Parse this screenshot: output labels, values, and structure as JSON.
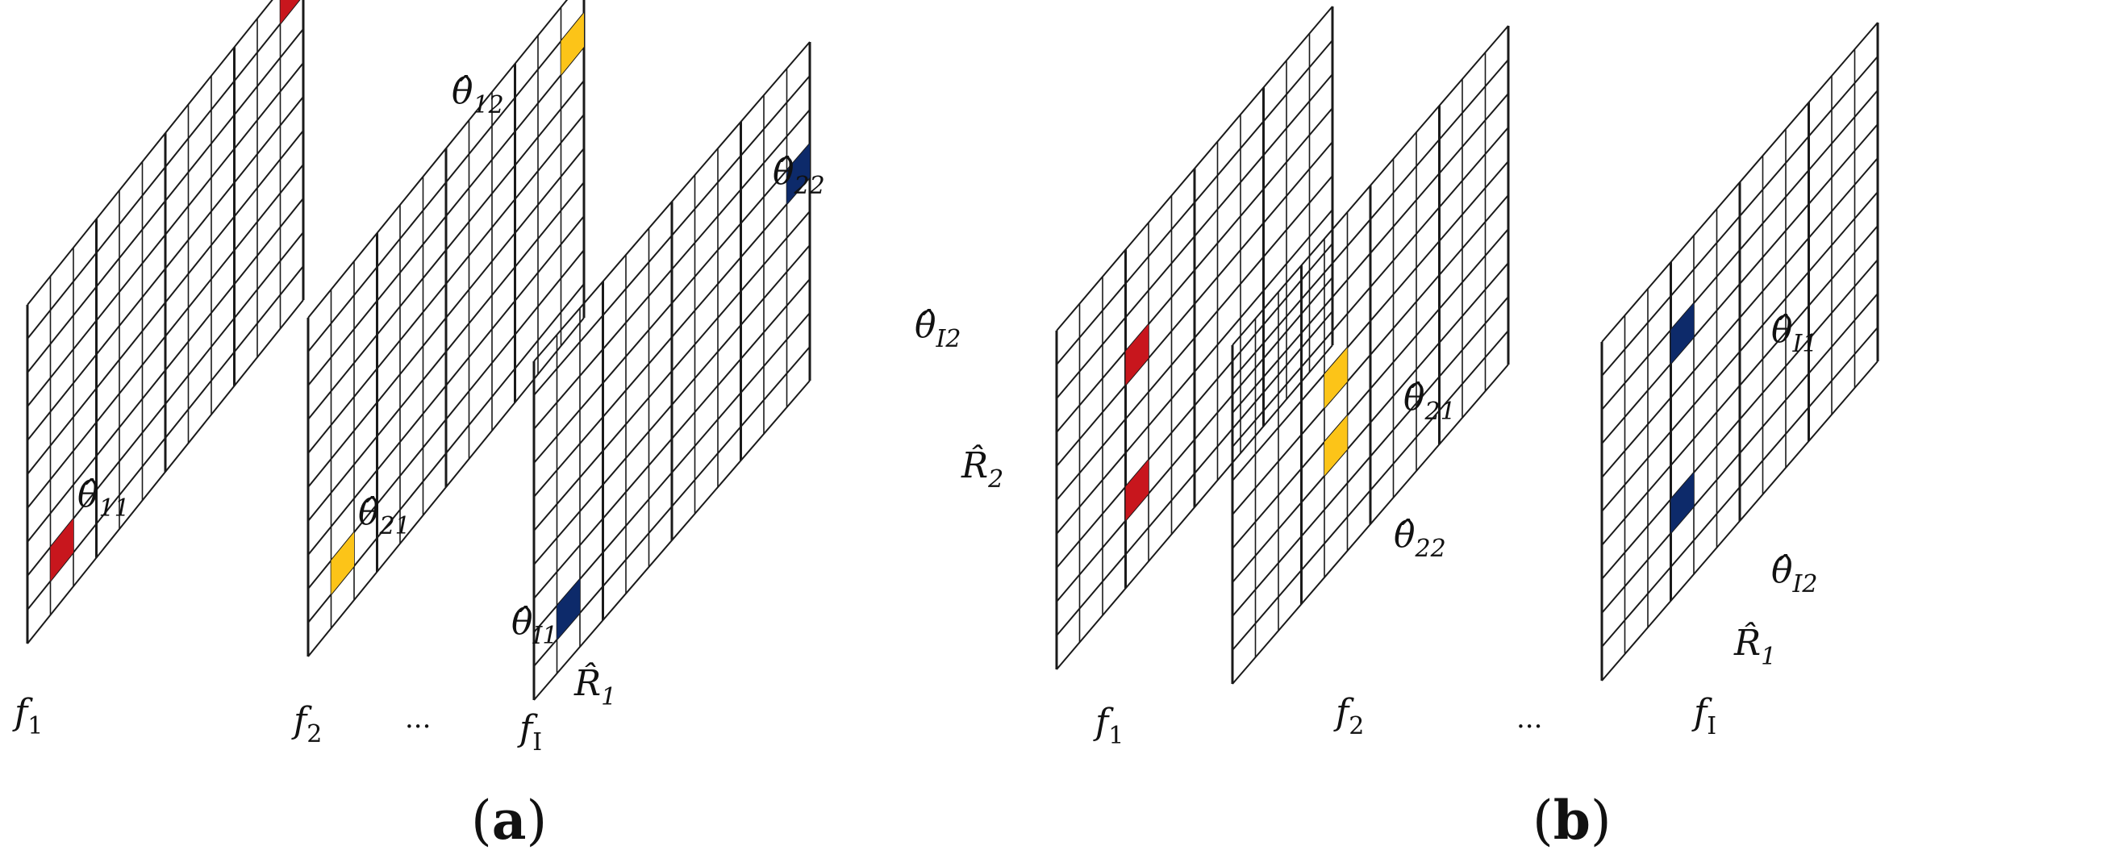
{
  "colors": {
    "red": "#c8161d",
    "yellow": "#fcc418",
    "navy": "#0d2a6a",
    "grid": "#1a1a1a"
  },
  "panel_a": {
    "caption_letter": "a",
    "frame_labels": [
      {
        "base": "f",
        "sub": "1"
      },
      {
        "base": "f",
        "sub": "2"
      },
      {
        "base": "f",
        "sub": "I"
      }
    ],
    "ellipsis": "...",
    "cell_labels": [
      {
        "base": "θ̂",
        "sub": "12",
        "color": "red"
      },
      {
        "base": "θ̂",
        "sub": "11",
        "color": "red"
      },
      {
        "base": "θ̂",
        "sub": "22",
        "color": "yellow"
      },
      {
        "base": "θ̂",
        "sub": "21",
        "color": "yellow"
      },
      {
        "base": "θ̂",
        "sub": "I2",
        "color": "navy"
      },
      {
        "base": "θ̂",
        "sub": "I1",
        "color": "navy"
      }
    ],
    "region_labels": [
      {
        "base": "R̂",
        "sub": "1"
      },
      {
        "base": "R̂",
        "sub": "2"
      }
    ]
  },
  "panel_b": {
    "caption_letter": "b",
    "frame_labels": [
      {
        "base": "f",
        "sub": "1"
      },
      {
        "base": "f",
        "sub": "2"
      },
      {
        "base": "f",
        "sub": "I"
      }
    ],
    "ellipsis": "...",
    "cell_labels": [
      {
        "base": "θ̂",
        "sub": "21",
        "color": "yellow"
      },
      {
        "base": "θ̂",
        "sub": "22",
        "color": "yellow"
      },
      {
        "base": "θ̂",
        "sub": "I1",
        "color": "navy"
      },
      {
        "base": "θ̂",
        "sub": "I2",
        "color": "navy"
      }
    ],
    "region_labels": [
      {
        "base": "R̂",
        "sub": "1"
      }
    ]
  }
}
